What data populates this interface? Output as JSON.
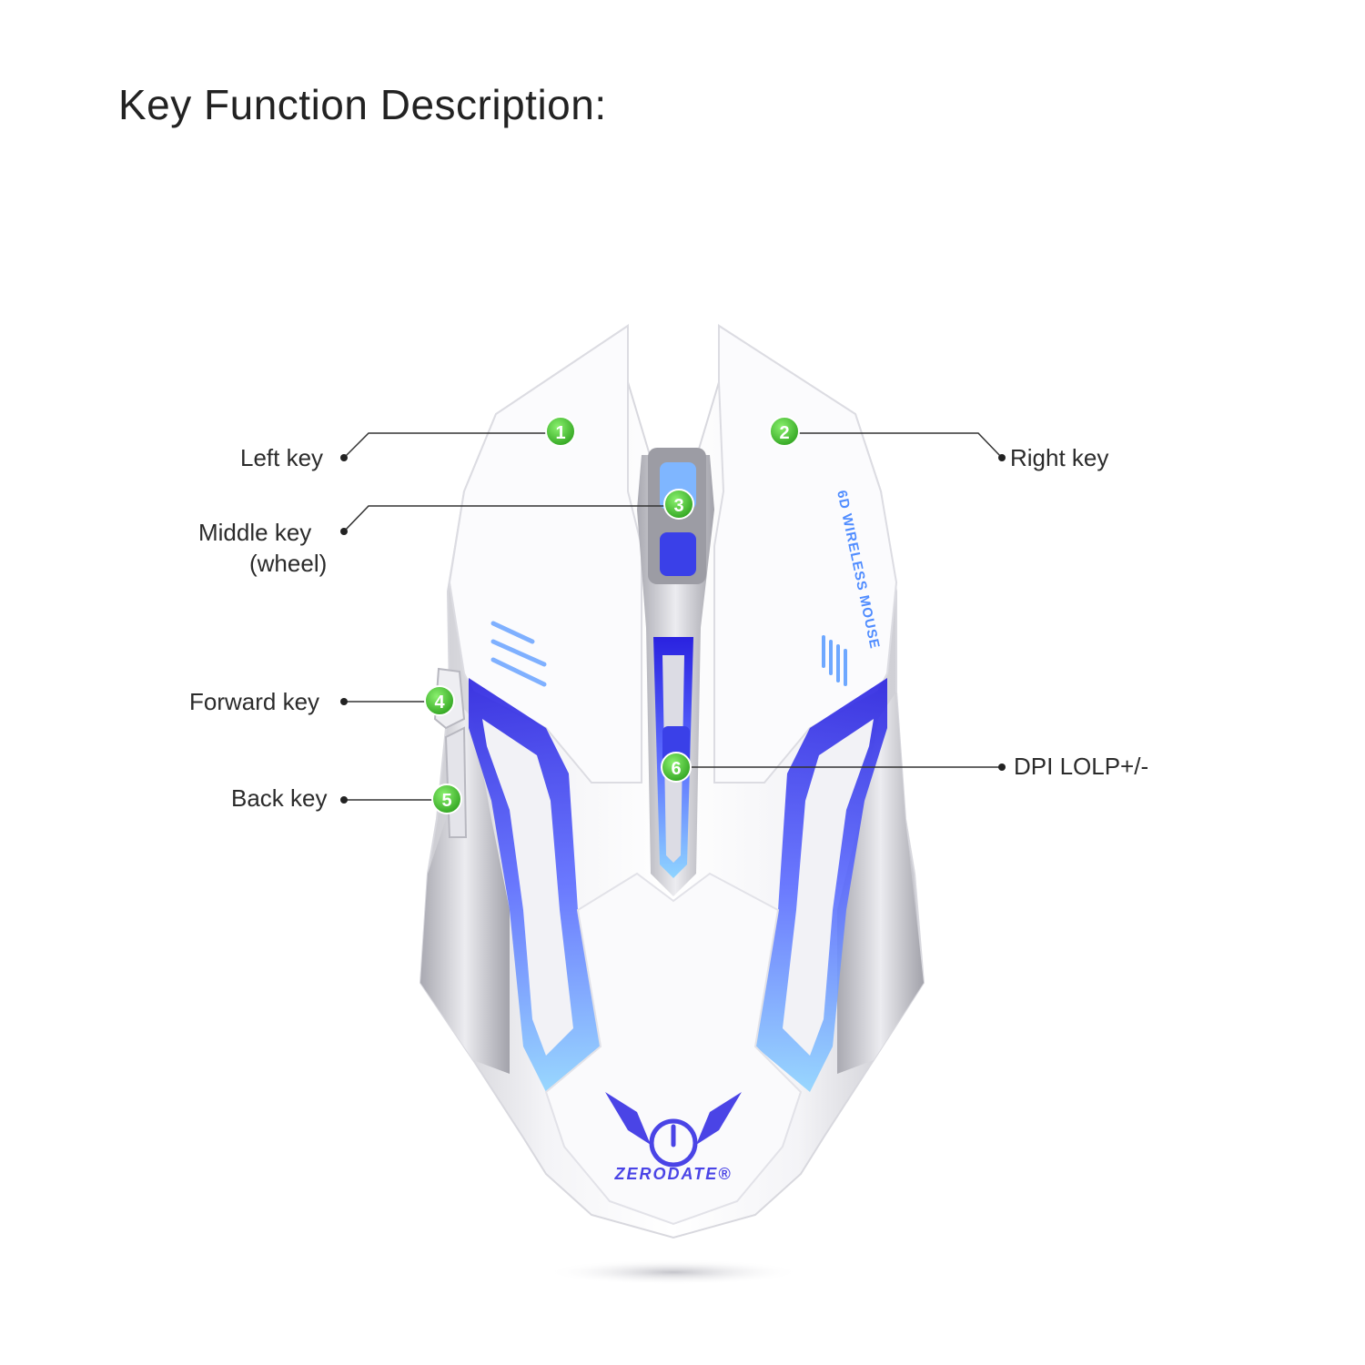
{
  "title": "Key Function Description:",
  "callouts": [
    {
      "number": "1",
      "label": "Left key"
    },
    {
      "number": "2",
      "label": "Right key"
    },
    {
      "number": "3",
      "label": "Middle key",
      "label_line2": "(wheel)"
    },
    {
      "number": "4",
      "label": "Forward key"
    },
    {
      "number": "5",
      "label": "Back key"
    },
    {
      "number": "6",
      "label": "DPI  LOLP+/-"
    }
  ],
  "product": {
    "brand_logo_text": "ZERODATE®",
    "side_print": "6D WIRELESS MOUSE"
  },
  "colors": {
    "badge_green": "#4cc43a",
    "glow_blue": "#3a2cff",
    "body_white": "#f6f6f8",
    "leader_line": "#333333"
  }
}
